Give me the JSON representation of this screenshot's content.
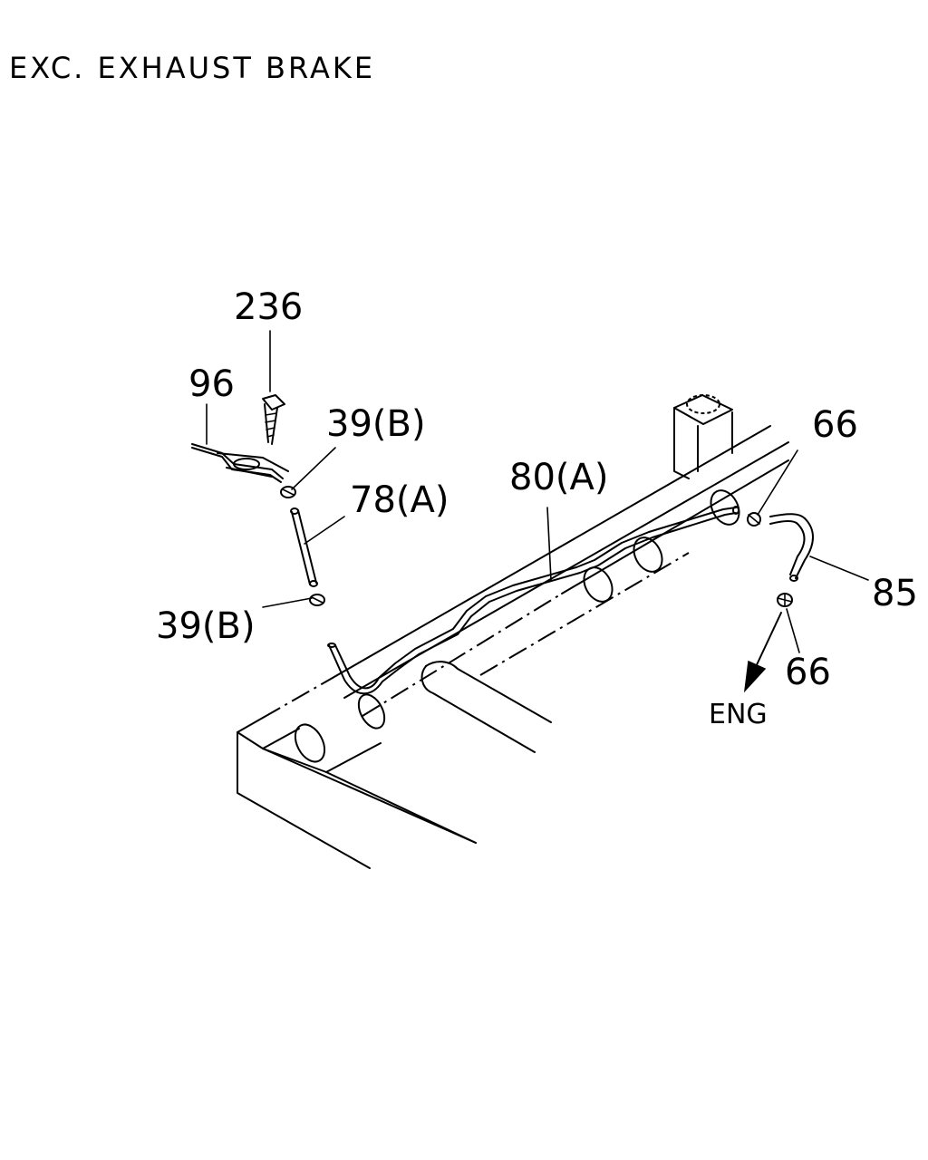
{
  "title": "EXC. EXHAUST BRAKE",
  "callouts": {
    "c236": "236",
    "c96": "96",
    "c39b_top": "39(B)",
    "c78a": "78(A)",
    "c39b_bottom": "39(B)",
    "c80a": "80(A)",
    "c66_top": "66",
    "c85": "85",
    "c66_bottom": "66"
  },
  "direction_label": "ENG"
}
